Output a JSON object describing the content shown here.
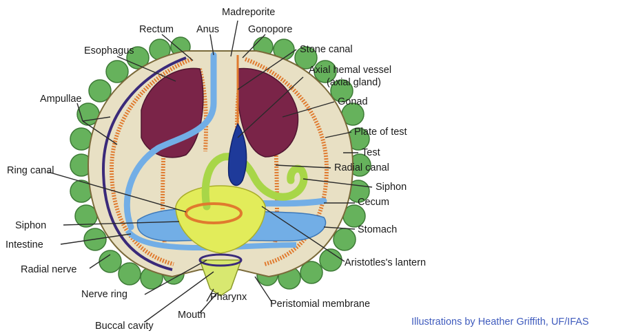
{
  "labels": {
    "rectum": "Rectum",
    "anus": "Anus",
    "madreporite": "Madreporite",
    "gonopore": "Gonopore",
    "esophagus": "Esophagus",
    "stone_canal": "Stone canal",
    "axial_hemal_vessel": "Axial hemal vessel",
    "axial_gland": "(axial gland)",
    "gonad": "Gonad",
    "ampullae": "Ampullae",
    "plate_of_test": "Plate of test",
    "test": "Test",
    "radial_canal": "Radial canal",
    "ring_canal": "Ring canal",
    "siphon_right": "Siphon",
    "cecum": "Cecum",
    "siphon_left": "Siphon",
    "stomach": "Stomach",
    "intestine": "Intestine",
    "aristotles_lantern": "Aristotles's lantern",
    "radial_nerve": "Radial nerve",
    "pharynx": "Pharynx",
    "nerve_ring": "Nerve ring",
    "peristomial_membrane": "Peristomial membrane",
    "mouth": "Mouth",
    "buccal_cavity": "Buccal cavity"
  },
  "credit": "Illustrations by Heather Griffith, UF/IFAS",
  "colors": {
    "test_plates": "#66b25c",
    "body_fill": "#e8e0c4",
    "gonad": "#7a2448",
    "ampullae": "#e07a2e",
    "water_vascular": "#72aee6",
    "radial_nerve": "#3a2a7a",
    "siphon": "#a8d648",
    "lantern": "#e2ec5a",
    "axial_gland": "#1e3a9a"
  }
}
